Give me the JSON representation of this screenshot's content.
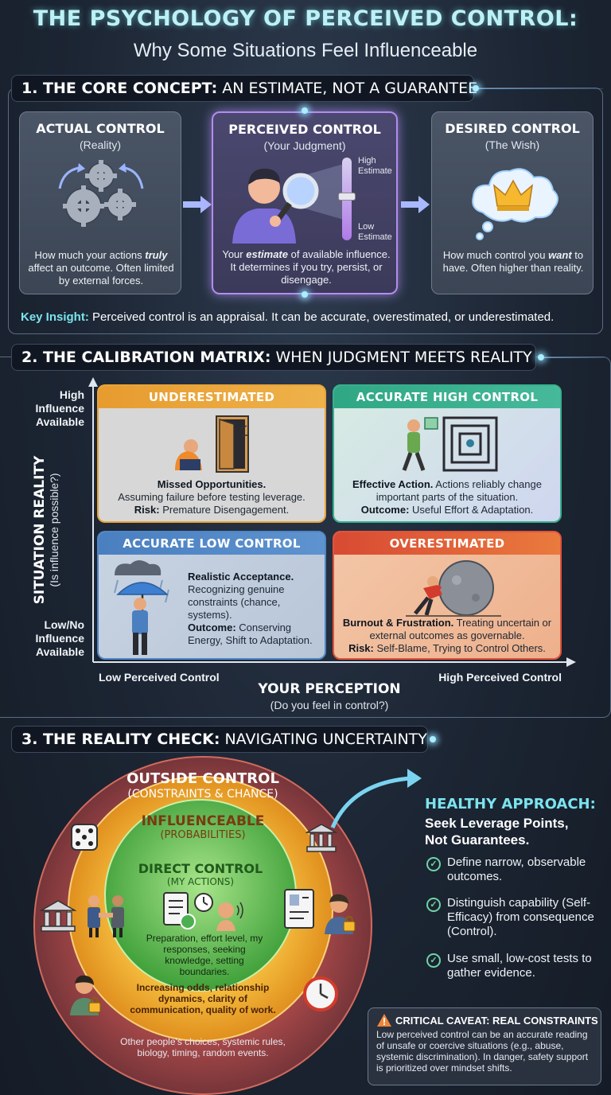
{
  "title": "THE PSYCHOLOGY OF PERCEIVED CONTROL:",
  "subtitle": "Why Some Situations Feel Influenceable",
  "section1": {
    "heading_bold": "1. THE CORE CONCEPT:",
    "heading_light": "AN ESTIMATE, NOT A GUARANTEE",
    "cards": [
      {
        "title": "ACTUAL CONTROL",
        "subtitle": "(Reality)",
        "desc_parts": [
          "How much your actions ",
          "truly",
          " affect an outcome. Often limited by external forces."
        ]
      },
      {
        "title": "PERCEIVED CONTROL",
        "subtitle": "(Your Judgment)",
        "desc_parts": [
          "Your ",
          "estimate",
          " of available influence. It determines if you try, persist, or disengage."
        ]
      },
      {
        "title": "DESIRED CONTROL",
        "subtitle": "(The Wish)",
        "desc_parts": [
          "How much control you ",
          "want",
          " to have. Often higher than reality."
        ]
      }
    ],
    "slider_high": "High Estimate",
    "slider_low": "Low Estimate",
    "key_insight_label": "Key Insight:",
    "key_insight_text": " Perceived control is an appraisal. It can be accurate, overestimated, or underestimated."
  },
  "section2": {
    "heading_bold": "2. THE CALIBRATION MATRIX:",
    "heading_light": "WHEN JUDGMENT MEETS REALITY",
    "y_axis_title": "SITUATION REALITY",
    "y_axis_sub": "(Is influence possible?)",
    "y_top": "High Influence Available",
    "y_bottom": "Low/No Influence Available",
    "x_left": "Low Perceived Control",
    "x_right": "High Perceived Control",
    "x_axis_title": "YOUR PERCEPTION",
    "x_axis_sub": "(Do you feel in control?)",
    "quadrants": {
      "underestimated": {
        "title": "UNDERESTIMATED",
        "lead": "Missed Opportunities.",
        "text": "Assuming failure before testing leverage.",
        "label": "Risk:",
        "label_text": " Premature Disengagement.",
        "color": "#e8a437"
      },
      "accurate_high": {
        "title": "ACCURATE HIGH CONTROL",
        "lead": "Effective Action.",
        "text": " Actions reliably change important parts of the situation.",
        "label": "Outcome:",
        "label_text": " Useful Effort & Adaptation.",
        "color": "#37b08e"
      },
      "accurate_low": {
        "title": "ACCURATE LOW CONTROL",
        "lead": "Realistic Acceptance.",
        "text": "Recognizing genuine constraints (chance, systems).",
        "label": "Outcome:",
        "label_text": " Conserving Energy, Shift to Adaptation.",
        "color": "#4f86c6"
      },
      "overestimated": {
        "title": "OVERESTIMATED",
        "lead": "Burnout & Frustration.",
        "text": " Treating uncertain or external outcomes as governable.",
        "label": "Risk:",
        "label_text": " Self-Blame, Trying to Control Others.",
        "color": "#e0533b"
      }
    }
  },
  "section3": {
    "heading_bold": "3. THE REALITY CHECK:",
    "heading_light": "NAVIGATING UNCERTAINTY",
    "outer_title": "OUTSIDE CONTROL",
    "outer_sub": "(CONSTRAINTS & CHANCE)",
    "outer_text": "Other people's choices, systemic rules, biology, timing, random events.",
    "middle_title": "INFLUENCEABLE",
    "middle_sub": "(PROBABILITIES)",
    "middle_text": "Increasing odds, relationship dynamics, clarity of communication, quality of work.",
    "inner_title": "DIRECT CONTROL",
    "inner_sub": "(MY ACTIONS)",
    "inner_text": "Preparation, effort level, my responses, seeking knowledge, setting boundaries.",
    "healthy_title": "HEALTHY APPROACH:",
    "healthy_sub": "Seek Leverage Points, Not Guarantees.",
    "checklist": [
      "Define narrow, observable outcomes.",
      "Distinguish capability (Self-Efficacy) from consequence (Control).",
      "Use small, low-cost tests to gather evidence."
    ],
    "caveat_title": "CRITICAL CAVEAT: REAL CONSTRAINTS",
    "caveat_text": "Low perceived control can be an accurate reading of unsafe or coercive situations (e.g., abuse, systemic discrimination). In danger, safety support is prioritized over mindset shifts."
  },
  "colors": {
    "accent_cyan": "#7be3ee",
    "outer_ring": "#c8413a",
    "middle_ring": "#f2b233",
    "inner_ring": "#5dbb4a",
    "check_green": "#6fd3a5",
    "caveat_orange": "#f0863a"
  }
}
